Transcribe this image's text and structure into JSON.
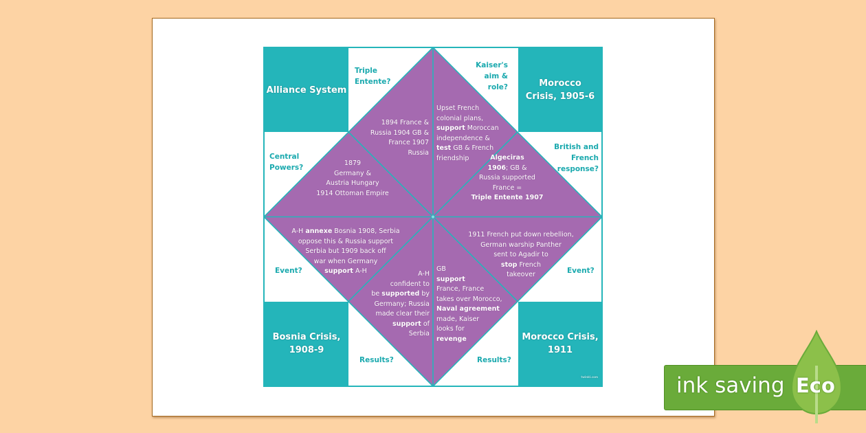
{
  "worksheet": {
    "corners": {
      "top_left": "Alliance System",
      "top_right": "Morocco Crisis, 1905-6",
      "bottom_left": "Bosnia Crisis, 1908-9",
      "bottom_right": "Morocco Crisis, 1911"
    },
    "questions": {
      "triple_entente": "Triple Entente?",
      "central_powers": "Central Powers?",
      "kaisers_aim": "Kaiser's aim & role?",
      "british_french_response": "British and French response?",
      "event_left": "Event?",
      "results_left": "Results?",
      "event_right": "Event?",
      "results_right": "Results?"
    },
    "answers": {
      "triple_entente": "1894 France & Russia 1904 GB & France 1907 Russia",
      "central_powers": [
        "1879",
        "Germany &",
        "Austria Hungary",
        "1914 Ottoman Empire"
      ],
      "kaisers_aim": {
        "l1": "Upset French",
        "l2": "colonial plans,",
        "l3_bold": "support",
        "l3": " Moroccan",
        "l4": "independence &",
        "l5_bold": "test",
        "l5": " GB & French",
        "l6": "friendship"
      },
      "british_french_response": {
        "l1_bold": "Algeciras",
        "l2_bold": "1906",
        "l2": "; GB &",
        "l3": "Russia supported",
        "l4": "France =",
        "l5_bold": "Triple Entente 1907"
      },
      "bosnia_event": {
        "l1a": "A-H ",
        "l1_bold": "annexe",
        "l1b": " Bosnia 1908, Serbia",
        "l2": "oppose this & Russia support",
        "l3": "Serbia but 1909 back off",
        "l4": "war when Germany",
        "l5_bold": "support",
        "l5": " A-H"
      },
      "bosnia_results": {
        "l1": "A-H",
        "l2": "confident to",
        "l3a": "be ",
        "l3_bold": "supported",
        "l3b": " by",
        "l4": "Germany; Russia",
        "l5": "made clear their",
        "l6_bold": "support",
        "l6": " of",
        "l7": "Serbia"
      },
      "morocco_event": {
        "l1": "1911 French put down rebellion,",
        "l2": "German warship Panther",
        "l3": "sent to Agadir to",
        "l4_bold": "stop",
        "l4": " French",
        "l5": "takeover"
      },
      "morocco_results": {
        "l1": "GB",
        "l2_bold": "support",
        "l3": "France, France",
        "l4": "takes over Morocco,",
        "l5_bold": "Naval agreement",
        "l6": "made, Kaiser",
        "l7": "looks for",
        "l8_bold": "revenge"
      }
    },
    "watermark": "twinkl.com"
  },
  "badge": {
    "text": "ink saving",
    "label": "Eco"
  },
  "colors": {
    "background": "#fdd3a4",
    "teal": "#24b5ba",
    "purple": "#a56ab0",
    "question_text": "#1aa9ae",
    "eco_green": "#6aab3a"
  }
}
